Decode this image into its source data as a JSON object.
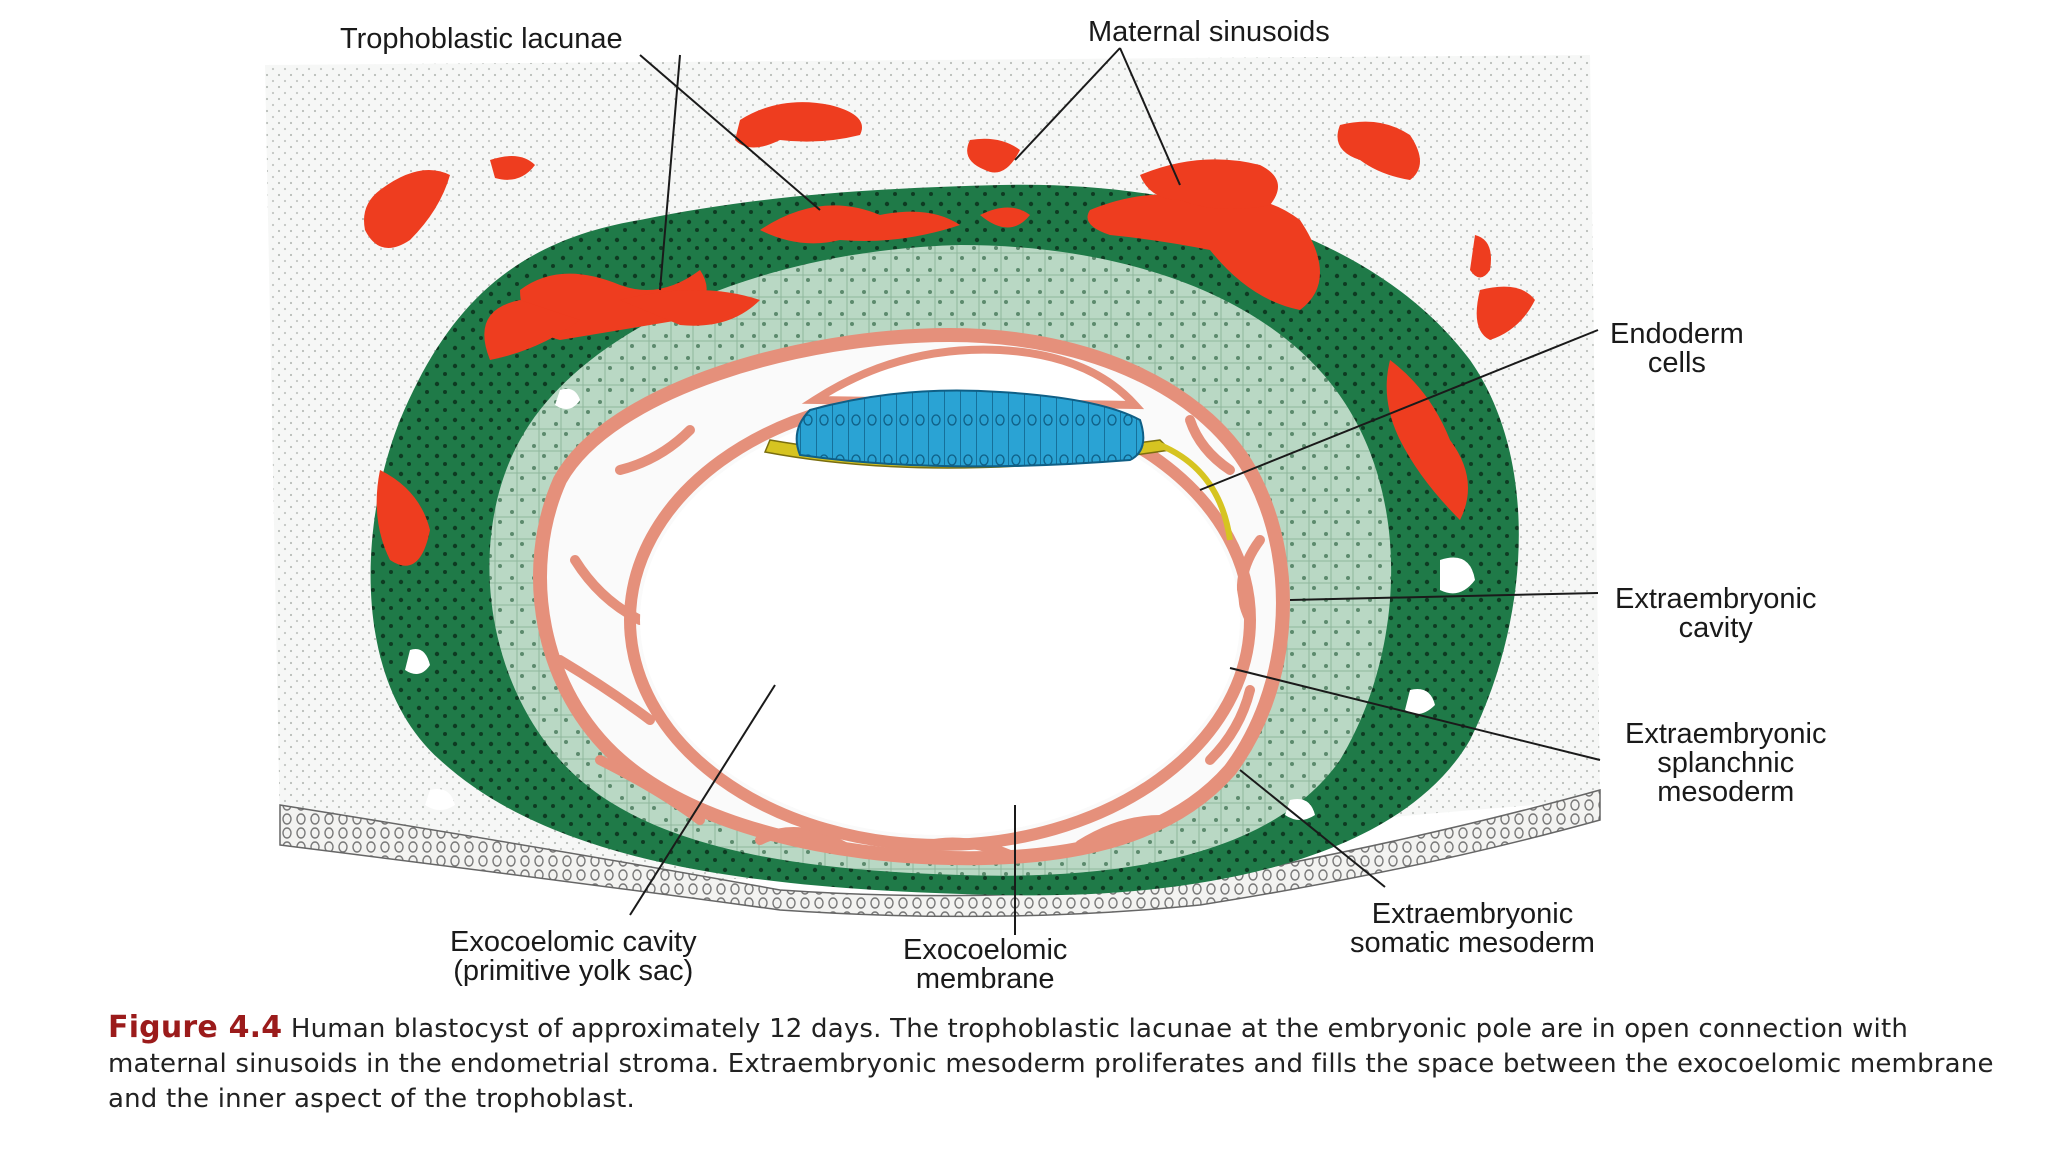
{
  "colors": {
    "stroma": "#f4f5f4",
    "trophoblast": "#1f7a48",
    "cytotrophoblast": "#b9d8c4",
    "mesoderm": "#e5907b",
    "lacunae": "#ee3d1f",
    "embryonic_disc": "#2aa3d4",
    "endoderm": "#d6c421"
  },
  "labels": {
    "trophoblastic_lacunae": "Trophoblastic lacunae",
    "maternal_sinusoids": "Maternal sinusoids",
    "endoderm_cells": [
      "Endoderm",
      "cells"
    ],
    "extraembryonic_cavity": [
      "Extraembryonic",
      "cavity"
    ],
    "splanchnic_mesoderm": [
      "Extraembryonic",
      "splanchnic",
      "mesoderm"
    ],
    "somatic_mesoderm": [
      "Extraembryonic",
      "somatic mesoderm"
    ],
    "exocoelomic_membrane": [
      "Exocoelomic",
      "membrane"
    ],
    "exocoelomic_cavity": [
      "Exocoelomic cavity",
      "(primitive yolk sac)"
    ]
  },
  "caption": {
    "figure_number": "Figure 4.4",
    "text": "Human blastocyst of approximately 12 days. The trophoblastic lacunae at the embryonic pole are in open connection with maternal sinusoids in the endometrial stroma. Extraembryonic mesoderm proliferates and fills the space between the exocoelomic membrane and the inner aspect of the trophoblast."
  }
}
